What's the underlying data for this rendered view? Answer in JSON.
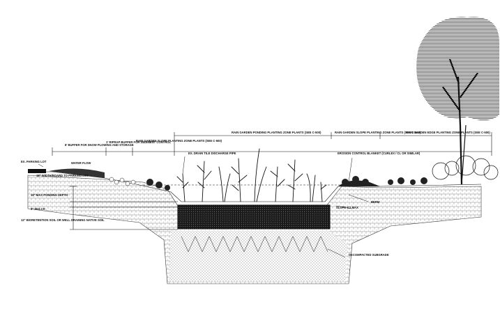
{
  "labels": {
    "ex_parking_lot": "EX. PARKING LOT",
    "buffer_snow": "8' BUFFER FOR SNOW PLOWING AND STORAGE",
    "riprap_buffer": "1' RIPRAP BUFFER FOR SEDIMENT CONTROL",
    "slope_zone_left": "RAIN GARDEN SLOPE PLANTING ZONE PLANTS (SEE C-500)",
    "ponding_zone": "RAIN GARDEN PONDING PLANTING ZONE PLANTS (SEE C-500)",
    "slope_zone_right": "RAIN GARDEN SLOPE PLANTING ZONE PLANTS (SEE C-500)",
    "edge_zone": "RAIN GARDEN EDGE PLANTING ZONE PLANTS (SEE C-500)",
    "water_flow": "WATER FLOW",
    "curb_to_lot": "18\" WIDTH/BOARD TO PARKING LOT",
    "ex_drain_tile": "EX. DRAIN TILE DISCHARGE PIPE",
    "erosion_blanket": "EROSION CONTROL BLANKET (CURLEX / CL OR SIMILAR)",
    "max_ponding": "18\" MAX PONDING DEPTH",
    "mulch": "3\" MULCH",
    "bioretention_soil": "12\" BIORETENTION SOIL OR WELL DRAINING NATIVE SOIL",
    "berm": "BERM",
    "slope_ratio": "SLOPE 3:1 MAX",
    "decompacted_subgrade": "DECOMPACTED SUBGRADE"
  },
  "colors": {
    "line": "#111111",
    "paper": "#ffffff",
    "soil_hatch": "#777777",
    "media": "#222222"
  }
}
